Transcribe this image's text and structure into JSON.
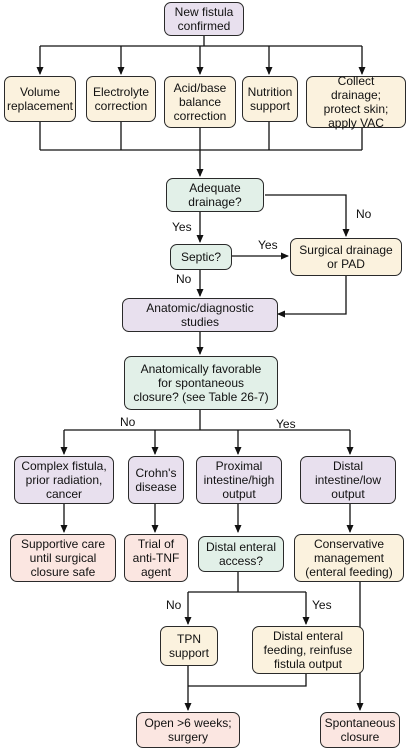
{
  "nodes": {
    "start": "New fistula\nconfirmed",
    "volume": "Volume\nreplacement",
    "electrolyte": "Electrolyte\ncorrection",
    "acidbase": "Acid/base\nbalance\ncorrection",
    "nutrition": "Nutrition\nsupport",
    "collect": "Collect drainage;\nprotect skin;\napply VAC",
    "adequate": "Adequate\ndrainage?",
    "septic": "Septic?",
    "surgical": "Surgical drainage\nor PAD",
    "anatomic": "Anatomic/diagnostic\nstudies",
    "favorable": "Anatomically favorable\nfor spontaneous\nclosure? (see Table 26-7)",
    "complex": "Complex fistula,\nprior radiation,\ncancer",
    "crohns": "Crohn's\ndisease",
    "proximal": "Proximal\nintestine/high\noutput",
    "distal": "Distal\nintestine/low\noutput",
    "supportive": "Supportive care\nuntil surgical\nclosure safe",
    "trial": "Trial of\nanti-TNF\nagent",
    "enteral_access": "Distal enteral\naccess?",
    "conservative": "Conservative\nmanagement\n(enteral feeding)",
    "tpn": "TPN\nsupport",
    "reinfuse": "Distal enteral\nfeeding, reinfuse\nfistula output",
    "open6": "Open >6 weeks;\nsurgery",
    "spontaneous": "Spontaneous\nclosure"
  },
  "labels": {
    "yes_adequate": "Yes",
    "no_adequate": "No",
    "yes_septic": "Yes",
    "no_septic": "No",
    "no_favorable": "No",
    "yes_favorable": "Yes",
    "no_access": "No",
    "yes_access": "Yes"
  }
}
